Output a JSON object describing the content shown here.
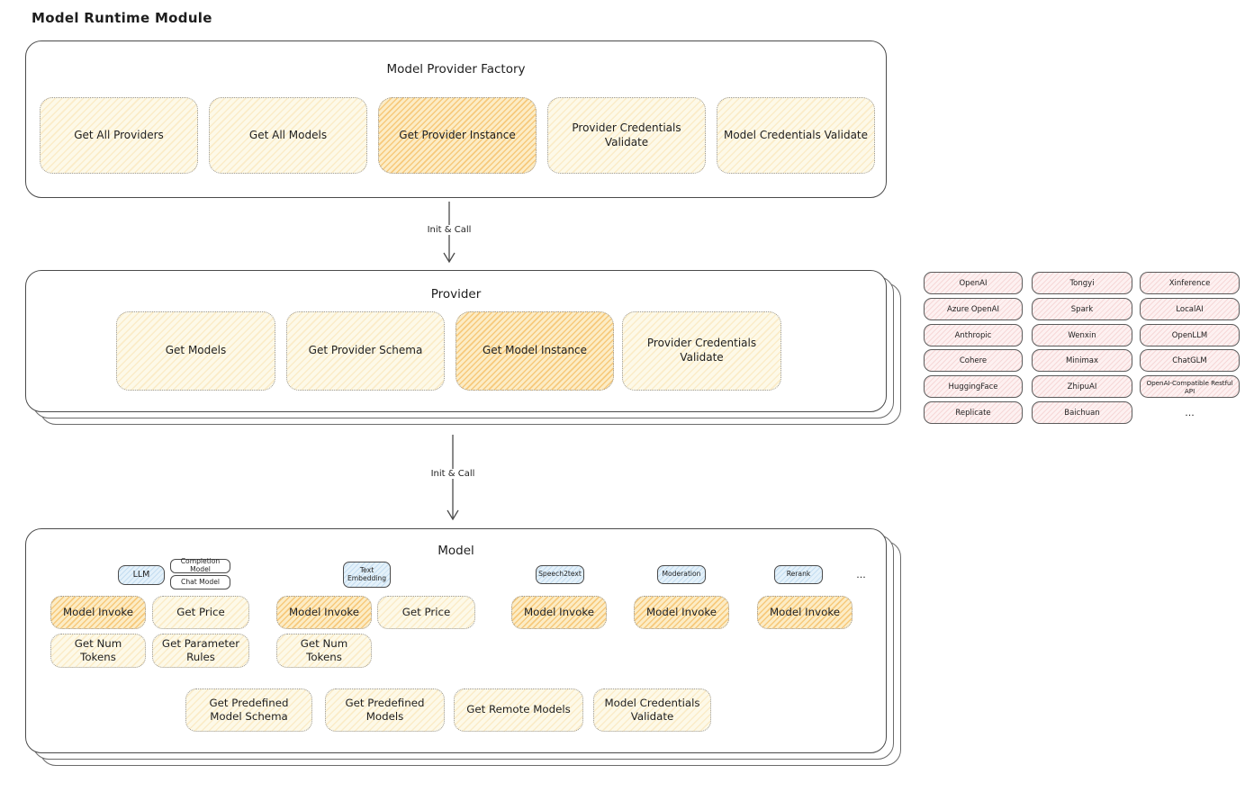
{
  "title": "Model Runtime Module",
  "arrow1": {
    "label": "Init & Call"
  },
  "arrow2": {
    "label": "Init & Call"
  },
  "factory": {
    "title": "Model Provider Factory",
    "buttons": [
      {
        "label": "Get All Providers",
        "highlighted": false
      },
      {
        "label": "Get All Models",
        "highlighted": false
      },
      {
        "label": "Get Provider Instance",
        "highlighted": true
      },
      {
        "label": "Provider Credentials Validate",
        "highlighted": false
      },
      {
        "label": "Model Credentials Validate",
        "highlighted": false
      }
    ]
  },
  "provider": {
    "title": "Provider",
    "buttons": [
      {
        "label": "Get Models",
        "highlighted": false
      },
      {
        "label": "Get Provider Schema",
        "highlighted": false
      },
      {
        "label": "Get Model Instance",
        "highlighted": true
      },
      {
        "label": "Provider Credentials Validate",
        "highlighted": false
      }
    ]
  },
  "providers_grid": {
    "items": [
      "OpenAI",
      "Tongyi",
      "Xinference",
      "Azure OpenAI",
      "Spark",
      "LocalAI",
      "Anthropic",
      "Wenxin",
      "OpenLLM",
      "Cohere",
      "Minimax",
      "ChatGLM",
      "HuggingFace",
      "ZhipuAI",
      "OpenAI-Compatible Restful API",
      "Replicate",
      "Baichuan"
    ],
    "more": "..."
  },
  "model": {
    "title": "Model",
    "tags": {
      "llm": "LLM",
      "completion_model": "Completion Model",
      "chat_model": "Chat Model",
      "text_embedding": "Text Embedding",
      "speech2text": "Speech2text",
      "moderation": "Moderation",
      "rerank": "Rerank",
      "more": "..."
    },
    "llm_group": {
      "model_invoke": "Model Invoke",
      "get_price": "Get Price",
      "get_num_tokens": "Get Num Tokens",
      "get_parameter_rules": "Get Parameter Rules"
    },
    "embedding_group": {
      "model_invoke": "Model Invoke",
      "get_price": "Get Price",
      "get_num_tokens": "Get Num Tokens"
    },
    "speech2text_group": {
      "model_invoke": "Model Invoke"
    },
    "moderation_group": {
      "model_invoke": "Model Invoke"
    },
    "rerank_group": {
      "model_invoke": "Model Invoke"
    },
    "bottom_buttons": [
      "Get Predefined Model Schema",
      "Get Predefined Models",
      "Get Remote Models",
      "Model Credentials Validate"
    ]
  },
  "colors": {
    "node_yellow": "#fdf9e8",
    "node_yellow_highlight": "#fcecc5",
    "node_pink": "#fdf1f1",
    "node_blue": "#e4f1fa",
    "border_dark": "#4b4b4b"
  }
}
